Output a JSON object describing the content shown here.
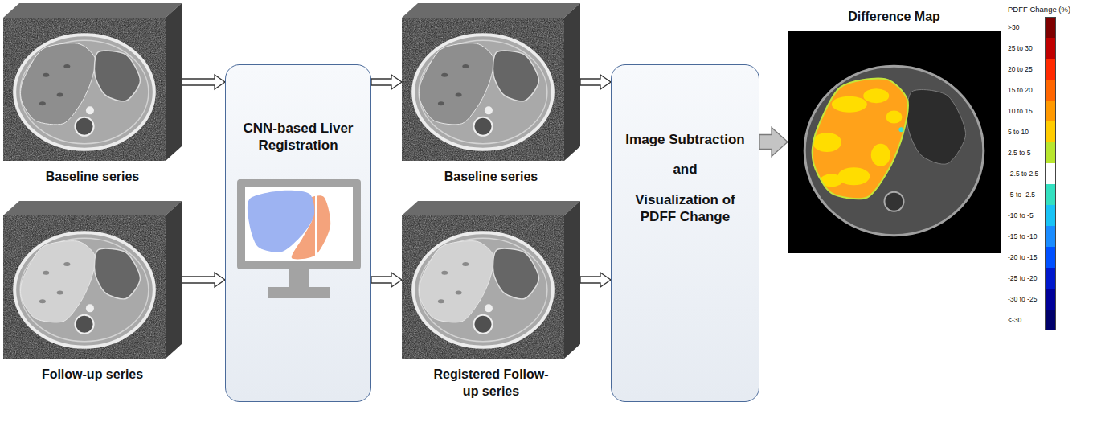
{
  "diagram": {
    "nodes": [
      {
        "text": [
          "Baseline series"
        ]
      },
      {
        "text": [
          "Follow-up series"
        ]
      },
      {
        "text": [
          "CNN-based Liver Registration"
        ]
      },
      {
        "text": [
          "Baseline series"
        ]
      },
      {
        "text": [
          "Registered Follow-up series"
        ]
      },
      {
        "text": [
          "Image Subtraction",
          "and",
          "Visualization of PDFF Change"
        ]
      },
      {
        "text": [
          "Difference Map"
        ]
      }
    ],
    "edges": [
      {
        "from": 0,
        "to": 2,
        "arrow": "to"
      },
      {
        "from": 1,
        "to": 2,
        "arrow": "to"
      },
      {
        "from": 2,
        "to": 3,
        "arrow": "to"
      },
      {
        "from": 2,
        "to": 4,
        "arrow": "to"
      },
      {
        "from": 3,
        "to": 5,
        "arrow": "to"
      },
      {
        "from": 4,
        "to": 5,
        "arrow": "to"
      },
      {
        "from": 5,
        "to": 6,
        "arrow": "to"
      }
    ],
    "labels": [
      "PDFF Change (%)"
    ],
    "legend": [
      {
        "text": ">30",
        "color": "#7f0000"
      },
      {
        "text": "25 to 30",
        "color": "#c00000"
      },
      {
        "text": "20 to 25",
        "color": "#ff2a00"
      },
      {
        "text": "15 to 20",
        "color": "#ff6600"
      },
      {
        "text": "10 to 15",
        "color": "#ff9900"
      },
      {
        "text": "5 to 10",
        "color": "#ffcc00"
      },
      {
        "text": "2.5 to 5",
        "color": "#b8e62e"
      },
      {
        "text": "-2.5 to 2.5",
        "color": "#ffffff"
      },
      {
        "text": "-5 to -2.5",
        "color": "#33e0c0"
      },
      {
        "text": "-10 to -5",
        "color": "#19c3f5"
      },
      {
        "text": "-15 to -10",
        "color": "#1a8cff"
      },
      {
        "text": "-20 to -15",
        "color": "#0050ff"
      },
      {
        "text": "-25 to -20",
        "color": "#0018cc"
      },
      {
        "text": "-30 to -25",
        "color": "#000099"
      },
      {
        "text": "<-30",
        "color": "#00006b"
      }
    ]
  }
}
